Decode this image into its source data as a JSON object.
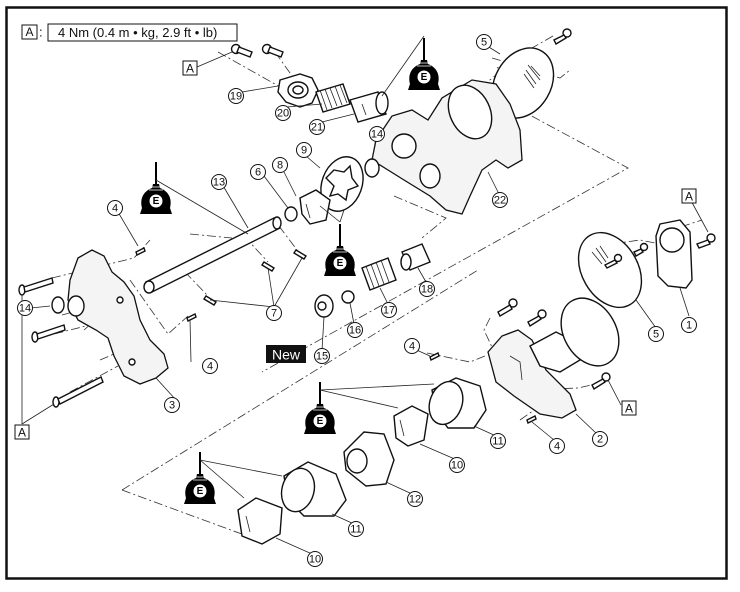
{
  "diagram": {
    "legend": {
      "key_label": "A",
      "colon": ":",
      "torque_spec": "4 Nm (0.4 m • kg, 2.9 ft • lb)"
    },
    "torque_marker_label": "A",
    "lubricant_symbol_letter": "E",
    "new_part_badge": "New",
    "callouts": [
      {
        "id": "c1",
        "label": "①"
      },
      {
        "id": "c2",
        "label": "②"
      },
      {
        "id": "c3",
        "label": "③"
      },
      {
        "id": "c4a",
        "label": "④"
      },
      {
        "id": "c4b",
        "label": "④"
      },
      {
        "id": "c4c",
        "label": "④"
      },
      {
        "id": "c4d",
        "label": "④"
      },
      {
        "id": "c5a",
        "label": "⑤"
      },
      {
        "id": "c5b",
        "label": "⑤"
      },
      {
        "id": "c6",
        "label": "⑥"
      },
      {
        "id": "c7",
        "label": "⑦"
      },
      {
        "id": "c8",
        "label": "⑧"
      },
      {
        "id": "c9",
        "label": "⑨"
      },
      {
        "id": "c10a",
        "label": "⑩"
      },
      {
        "id": "c10b",
        "label": "⑩"
      },
      {
        "id": "c11a",
        "label": "⑪"
      },
      {
        "id": "c11b",
        "label": "⑪"
      },
      {
        "id": "c12",
        "label": "⑫"
      },
      {
        "id": "c13",
        "label": "⑬"
      },
      {
        "id": "c14a",
        "label": "⑭"
      },
      {
        "id": "c14b",
        "label": "⑭"
      },
      {
        "id": "c15",
        "label": "⑮"
      },
      {
        "id": "c16",
        "label": "⑯"
      },
      {
        "id": "c17",
        "label": "⑰"
      },
      {
        "id": "c18",
        "label": "⑱"
      },
      {
        "id": "c19",
        "label": "⑲"
      },
      {
        "id": "c20",
        "label": "⑳"
      },
      {
        "id": "c21",
        "label": "㉑"
      },
      {
        "id": "c22",
        "label": "㉒"
      }
    ],
    "part_numbers": [
      "1",
      "2",
      "3",
      "4",
      "5",
      "6",
      "7",
      "8",
      "9",
      "10",
      "11",
      "12",
      "13",
      "14",
      "15",
      "16",
      "17",
      "18",
      "19",
      "20",
      "21",
      "22"
    ]
  }
}
